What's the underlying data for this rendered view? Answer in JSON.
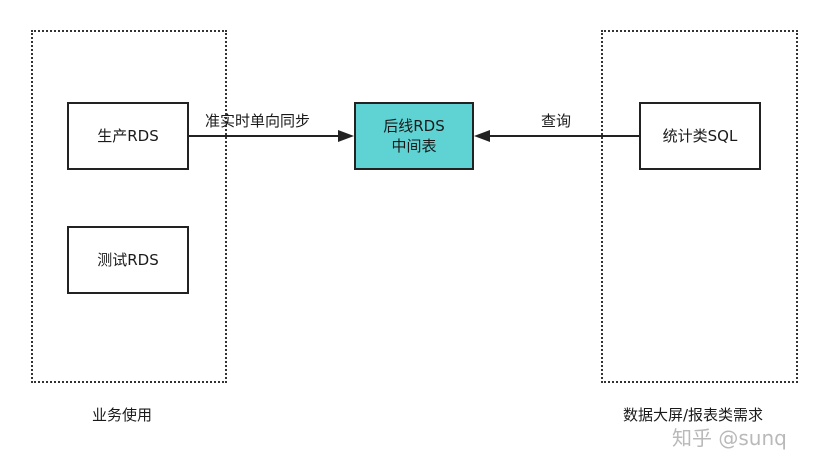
{
  "groups": {
    "business": {
      "caption": "业务使用"
    },
    "dashboard": {
      "caption": "数据大屏/报表类需求"
    }
  },
  "nodes": {
    "prod_rds": {
      "label": "生产RDS"
    },
    "test_rds": {
      "label": "测试RDS"
    },
    "backend_rds": {
      "line1": "后线RDS",
      "line2": "中间表"
    },
    "stats_sql": {
      "label": "统计类SQL"
    }
  },
  "edges": {
    "sync": {
      "label": "准实时单向同步"
    },
    "query": {
      "label": "查询"
    }
  },
  "colors": {
    "highlight": "#5fd3d3",
    "stroke": "#222222"
  },
  "watermark": {
    "text": "知乎 @sunq"
  }
}
